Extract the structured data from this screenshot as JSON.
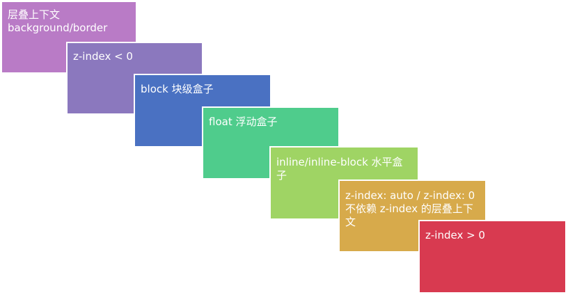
{
  "layers": [
    {
      "id": "l1",
      "name": "stacking-context-background-border",
      "lines": [
        "层叠上下文",
        "background/border"
      ],
      "color": "#b97bc6"
    },
    {
      "id": "l2",
      "name": "negative-z-index",
      "lines": [
        "z-index < 0"
      ],
      "color": "#8b78be"
    },
    {
      "id": "l3",
      "name": "block-box",
      "lines": [
        "block 块级盒子"
      ],
      "color": "#4a71c2"
    },
    {
      "id": "l4",
      "name": "float-box",
      "lines": [
        "float 浮动盒子"
      ],
      "color": "#4fcc8c"
    },
    {
      "id": "l5",
      "name": "inline-box",
      "lines": [
        "inline/inline-block 水平盒子"
      ],
      "color": "#9fd464"
    },
    {
      "id": "l6",
      "name": "z-index-auto-zero",
      "lines": [
        "z-index: auto / z-index: 0",
        "不依赖 z-index 的层叠上下文"
      ],
      "color": "#d7aa4b"
    },
    {
      "id": "l7",
      "name": "positive-z-index",
      "lines": [
        "z-index > 0"
      ],
      "color": "#d83a50"
    }
  ]
}
